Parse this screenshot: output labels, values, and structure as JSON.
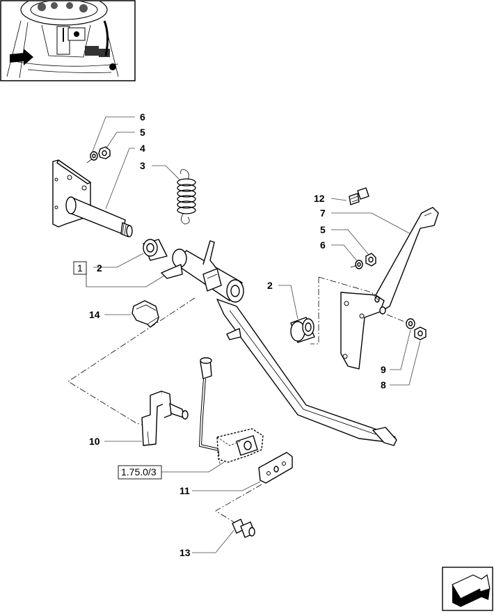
{
  "callouts": {
    "c6_top": "6",
    "c5_top": "5",
    "c4": "4",
    "c3": "3",
    "c12": "12",
    "c7": "7",
    "c5_right": "5",
    "c6_right": "6",
    "c1": "1",
    "c2_left": "2",
    "c2_right": "2",
    "c14": "14",
    "c9": "9",
    "c8": "8",
    "c10": "10",
    "c_ref": "1.75.0/3",
    "c11": "11",
    "c13": "13"
  },
  "icons": {
    "locator": "tractor-cab-locator-thumbnail",
    "nav": "next-page-arrow-icon"
  },
  "colors": {
    "line": "#000000",
    "background": "#ffffff"
  }
}
